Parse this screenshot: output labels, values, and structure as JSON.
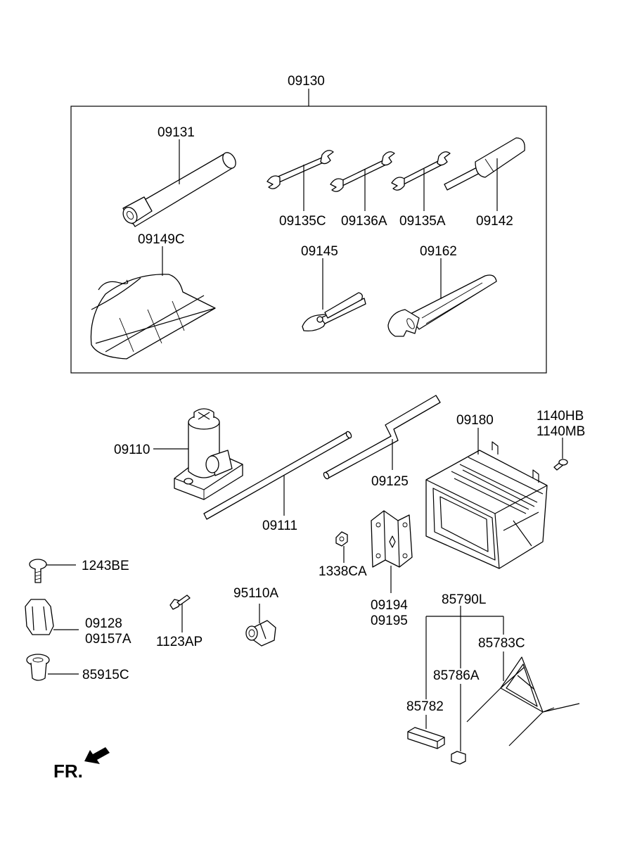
{
  "labels": {
    "kit": "09130",
    "wrench_socket": "09131",
    "spanner_c": "09135C",
    "spanner_a36": "09136A",
    "spanner_a35": "09135A",
    "screwdriver": "09142",
    "tool_bag": "09149C",
    "pliers": "09145",
    "adjustable_wrench": "09162",
    "jack": "09110",
    "jack_handle": "09111",
    "extension_bar": "09125",
    "tray": "09180",
    "bolt_hb": "1140HB",
    "bolt_mb": "1140MB",
    "nut": "1338CA",
    "bracket_a": "09194",
    "bracket_b": "09195",
    "screw_be": "1243BE",
    "clip_a": "09128",
    "clip_b": "09157A",
    "nut_insert": "85915C",
    "bolt_ap": "1123AP",
    "fastener": "95110A",
    "triangle_kit": "85790L",
    "triangle": "85783C",
    "triangle_part": "85786A",
    "triangle_case": "85782"
  },
  "front_marker": "FR."
}
